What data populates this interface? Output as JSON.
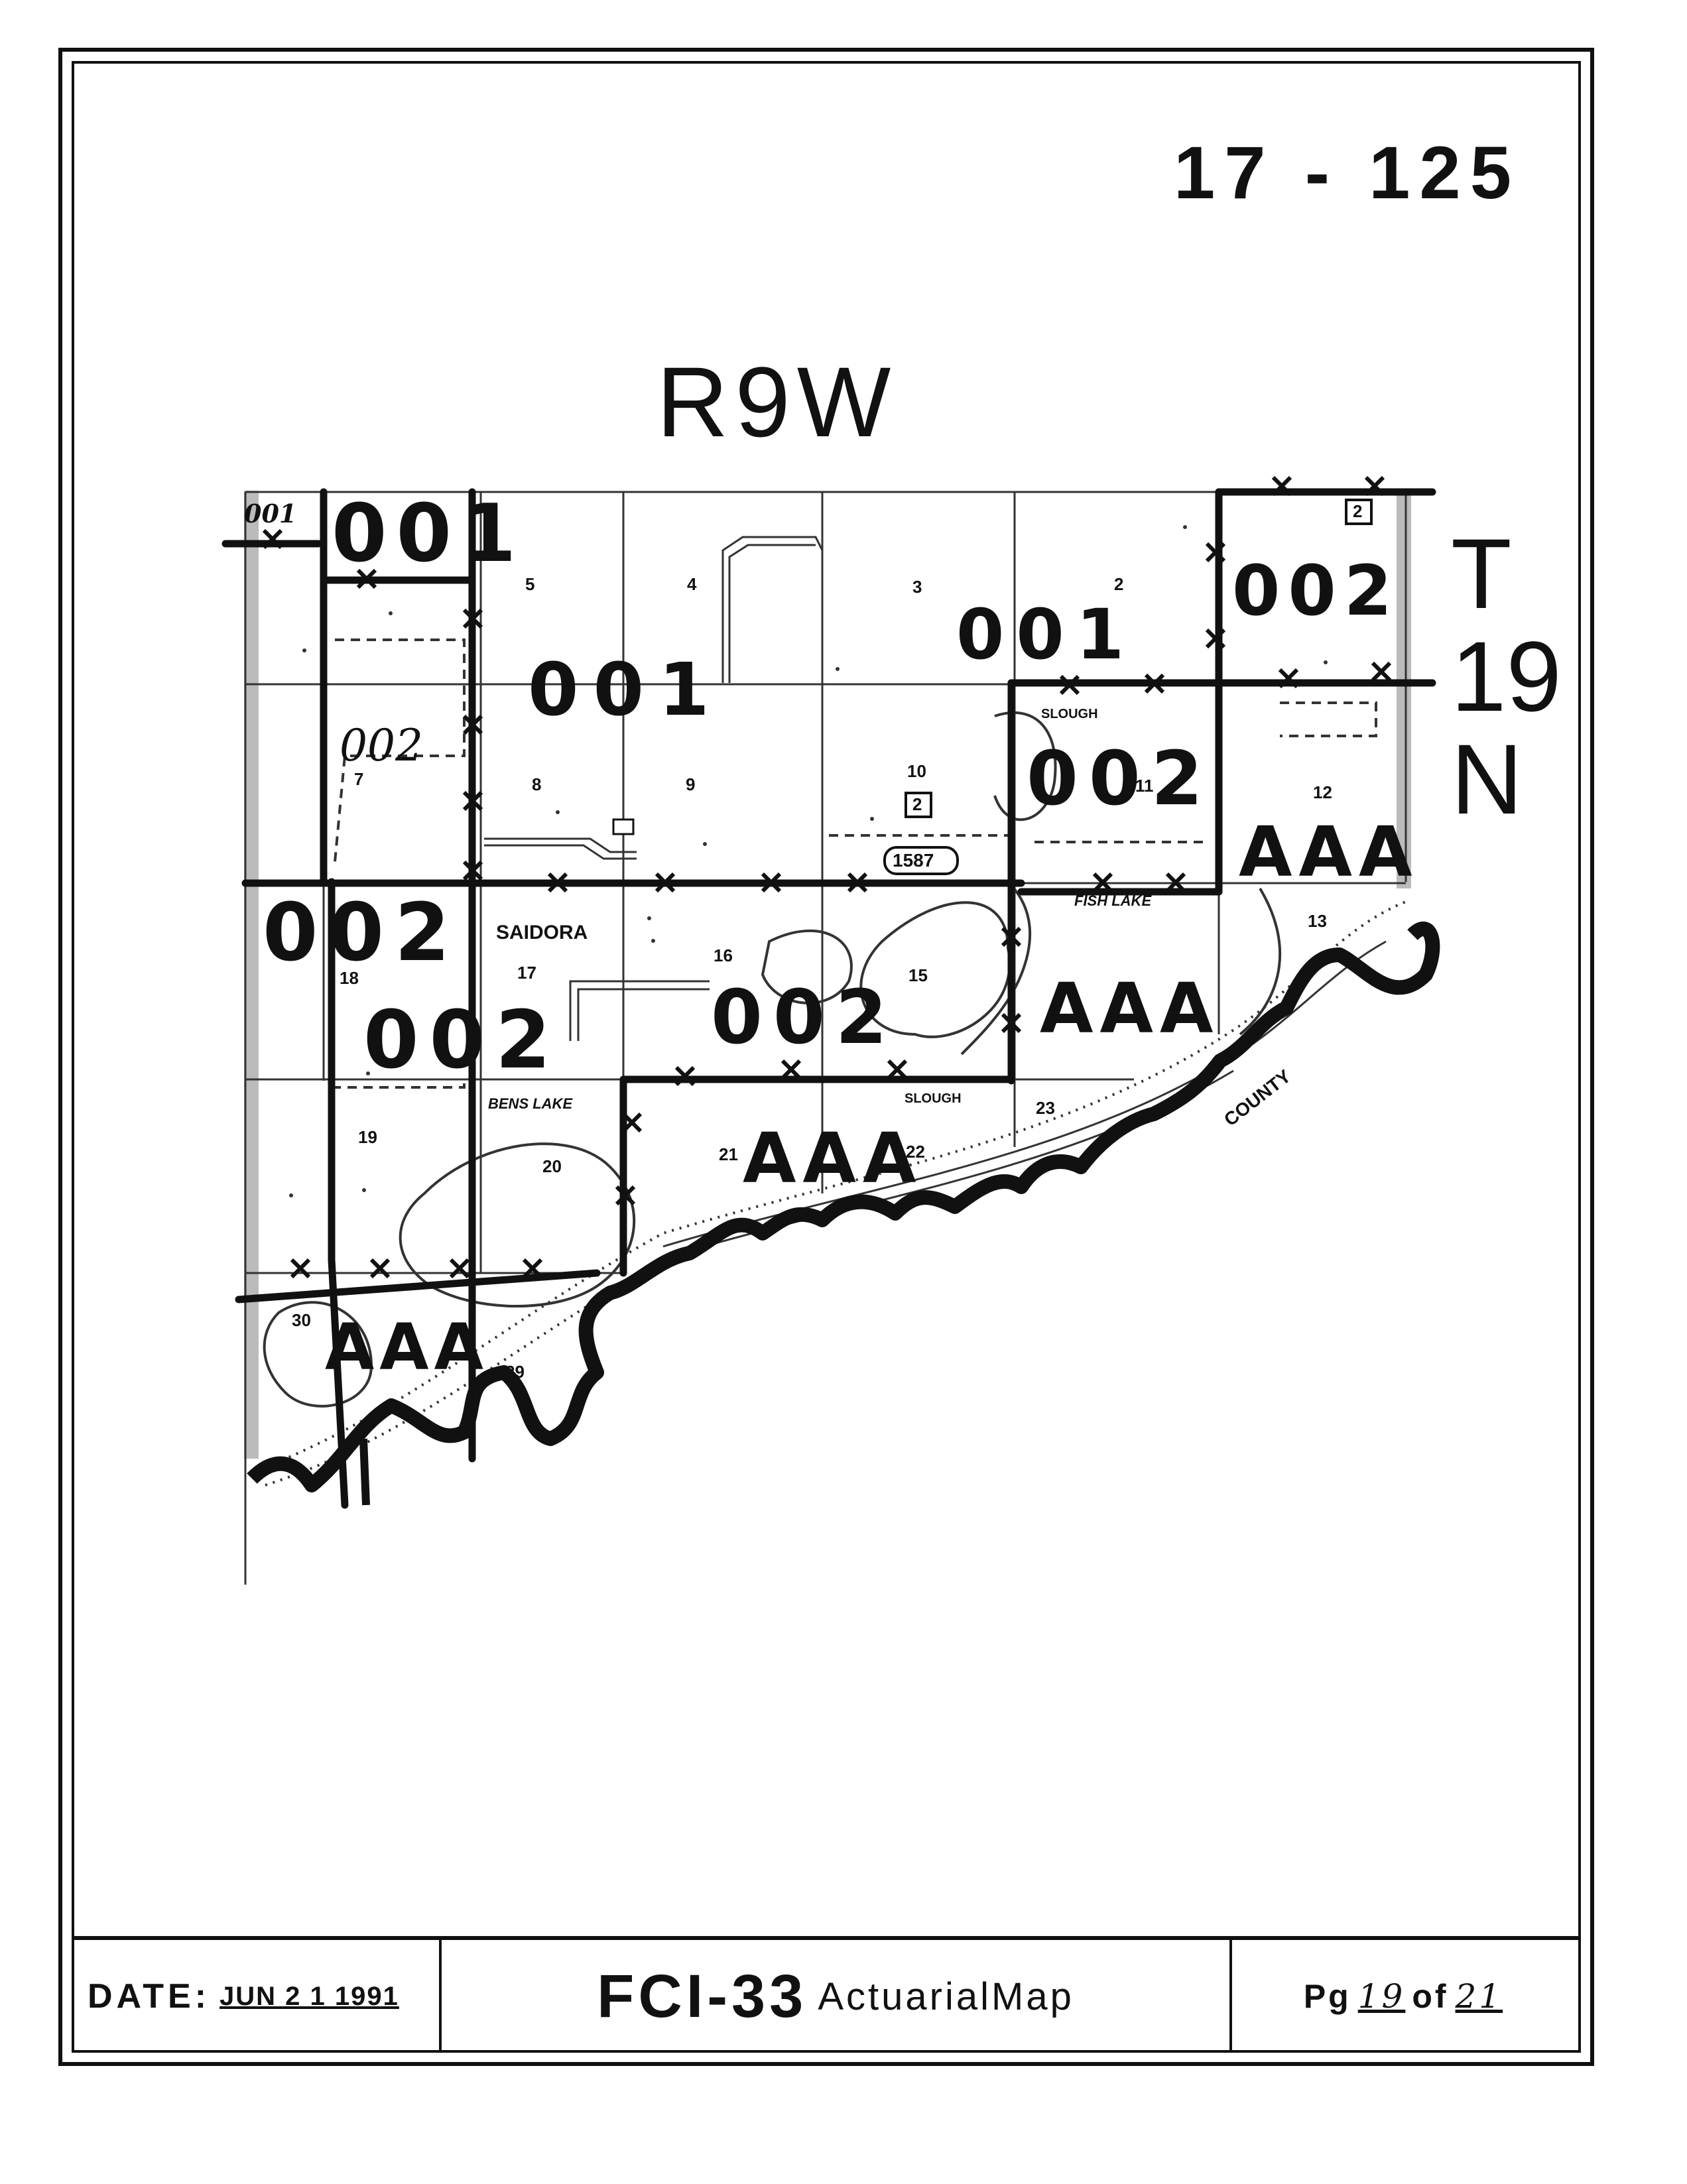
{
  "header": {
    "map_number": "17 - 125",
    "range": "R9W",
    "township": [
      "T",
      "19",
      "N"
    ]
  },
  "map": {
    "sections": [
      "5",
      "4",
      "3",
      "2",
      "7",
      "8",
      "9",
      "10",
      "11",
      "12",
      "18",
      "17",
      "16",
      "15",
      "13",
      "19",
      "20",
      "21",
      "22",
      "23",
      "30",
      "29"
    ],
    "zone_codes": [
      "001",
      "001",
      "001",
      "001",
      "002",
      "002",
      "002",
      "002",
      "002",
      "002",
      "002",
      "AAA",
      "AAA",
      "AAA",
      "AAA"
    ],
    "place_labels": {
      "town": "SAIDORA",
      "highway": "1587",
      "state_route": "2",
      "lake_1": "BENS LAKE",
      "lake_2": "FISH LAKE",
      "slough_1": "SLOUGH",
      "slough_2": "SLOUGH",
      "county": "COUNTY",
      "small_code": "002"
    }
  },
  "footer": {
    "date_label": "DATE:",
    "date_value": "JUN 2 1 1991",
    "title_code": "FCI-33",
    "title_text": "ActuarialMap",
    "page_label": "Pg",
    "page_num": "19",
    "of_label": "of",
    "page_total": "21"
  }
}
